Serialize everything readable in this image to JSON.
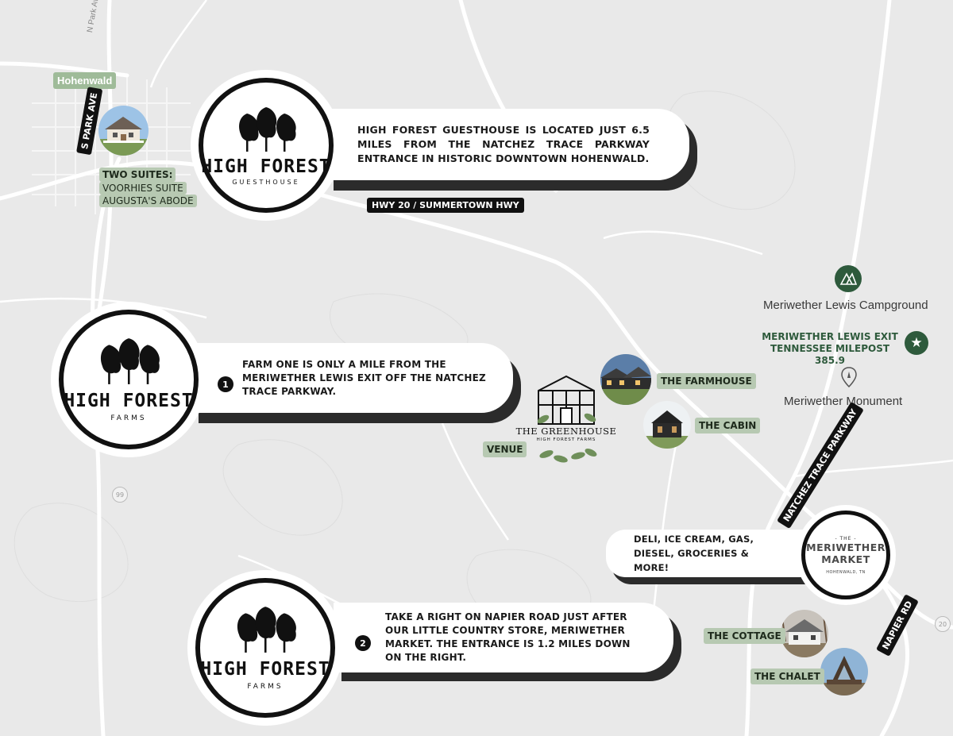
{
  "map": {
    "town_label": "Hohenwald",
    "road_labels": {
      "s_park_ave": "S PARK AVE",
      "n_park_ave": "N Park Ave",
      "hwy20": "HWY 20 / SUMMERTOWN HWY",
      "natchez": "NATCHEZ TRACE PARKWAY",
      "napier": "NAPIER RD"
    },
    "route_shields": {
      "r99": "99",
      "r20": "20"
    }
  },
  "guesthouse": {
    "logo_title": "HIGH FOREST",
    "logo_sub": "GUESTHOUSE",
    "callout": "HIGH FOREST GUESTHOUSE IS LOCATED JUST 6.5 MILES FROM THE NATCHEZ TRACE PARKWAY ENTRANCE IN HISTORIC DOWNTOWN HOHENWALD.",
    "suites_heading": "TWO SUITES:",
    "suites": [
      "VOORHIES SUITE",
      "AUGUSTA'S ABODE"
    ]
  },
  "farm_one": {
    "logo_title": "HIGH FOREST",
    "logo_sub": "FARMS",
    "number": "1",
    "callout": "FARM ONE IS ONLY A MILE FROM THE MERIWETHER LEWIS EXIT OFF THE NATCHEZ TRACE PARKWAY."
  },
  "farm_two": {
    "logo_title": "HIGH FOREST",
    "logo_sub": "FARMS",
    "number": "2",
    "callout": "TAKE A RIGHT ON NAPIER ROAD JUST AFTER OUR LITTLE COUNTRY STORE, MERIWETHER MARKET. THE ENTRANCE IS 1.2 MILES DOWN ON THE RIGHT."
  },
  "greenhouse": {
    "title": "THE GREENHOUSE",
    "subtitle": "HIGH FOREST FARMS",
    "venue_label": "VENUE"
  },
  "rentals": {
    "farmhouse": "THE FARMHOUSE",
    "cabin": "THE CABIN",
    "cottage": "THE COTTAGE",
    "chalet": "THE CHALET"
  },
  "landmarks": {
    "campground": "Meriwether Lewis Campground",
    "exit_line1": "MERIWETHER LEWIS EXIT",
    "exit_line2": "TENNESSEE MILEPOST 385.9",
    "monument": "Meriwether Monument"
  },
  "market": {
    "the": "- THE -",
    "line1": "MERIWETHER",
    "line2": "MARKET",
    "location": "HOHENWALD, TN",
    "callout": "DELI, ICE CREAM, GAS, DIESEL, GROCERIES & MORE!"
  },
  "colors": {
    "background": "#e9e9e9",
    "road": "#ffffff",
    "tag_green": "#b7c9b2",
    "dark_green": "#2e5a3c",
    "black": "#111111"
  },
  "icons": [
    "tent-icon",
    "star-icon",
    "location-pin-icon",
    "tree-icon"
  ]
}
